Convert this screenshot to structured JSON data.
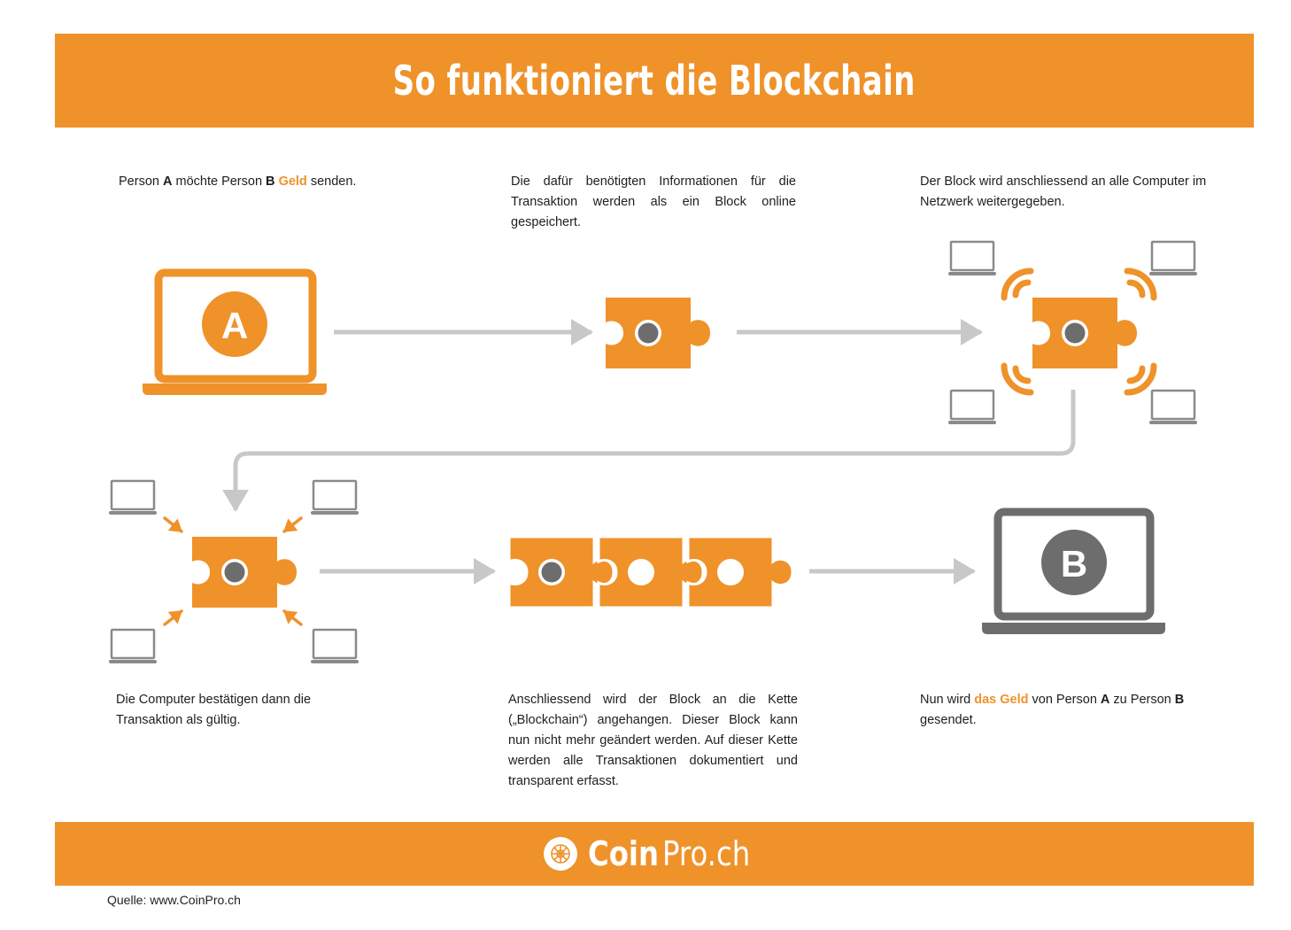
{
  "title": "So funktioniert die Blockchain",
  "steps": {
    "s1": {
      "pre": "Person ",
      "a": "A",
      "mid": " möchte Person ",
      "b": "B",
      "space": " ",
      "money": "Geld",
      "post": " senden."
    },
    "s2": {
      "text": "Die dafür benötigten Informationen für die Transaktion werden als ein Block online gespeichert."
    },
    "s3": {
      "text": "Der Block wird anschliessend an alle Computer im Netzwerk weitergegeben."
    },
    "s4": {
      "text": "Die Computer bestätigen dann die Transaktion als gültig."
    },
    "s5": {
      "text": "Anschliessend wird der Block an die Kette („Blockchain“) angehangen. Dieser Block kann nun nicht mehr geändert werden. Auf dieser Kette werden alle Transaktionen dokumentiert und transparent erfasst."
    },
    "s6": {
      "pre": "Nun wird ",
      "money": "das Geld",
      "mid": " von Person ",
      "a": "A",
      "mid2": " zu Person ",
      "b": "B",
      "post": " gesendet."
    }
  },
  "laptop_a_letter": "A",
  "laptop_b_letter": "B",
  "footer": {
    "brand_bold": "Coin",
    "brand_light": "Pro.ch"
  },
  "source": "Quelle: www.CoinPro.ch",
  "colors": {
    "orange": "#ef922a",
    "gray": "#6d6d6d",
    "arrow": "#c8c8c8",
    "small_laptop": "#8a8a8a"
  },
  "icons": [
    "laptop-icon",
    "puzzle-block-icon",
    "broadcast-waves-icon",
    "coinpro-logo-icon"
  ]
}
